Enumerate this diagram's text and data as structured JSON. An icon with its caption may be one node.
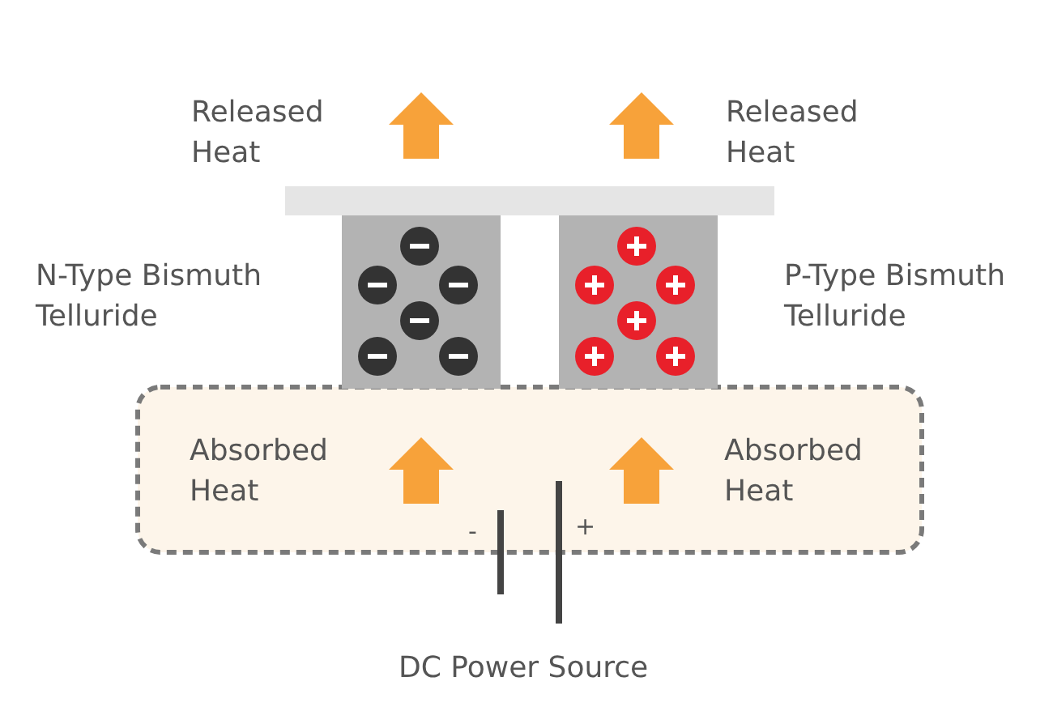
{
  "diagram": {
    "nodes": [
      {
        "text": [],
        "shape": "bar"
      },
      {
        "text": [],
        "shape": "box",
        "beside": [
          "N-Type Bismuth Telluride"
        ]
      },
      {
        "text": [],
        "shape": "box",
        "beside": [
          "P-Type Bismuth Telluride"
        ]
      }
    ],
    "labels": [
      "Released Heat",
      "Released Heat",
      "Absorbed Heat",
      "Absorbed Heat",
      "-",
      "+",
      "DC Power Source"
    ]
  }
}
